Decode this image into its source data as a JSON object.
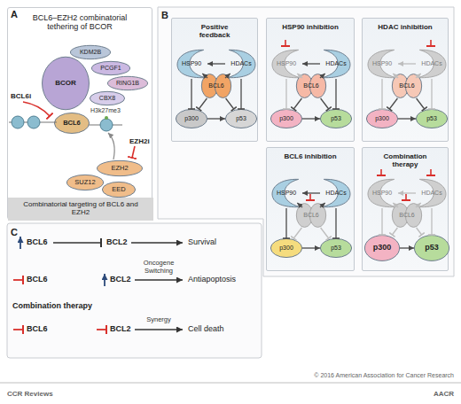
{
  "diagram": {
    "nodes": [
      {
        "text": [
          "BCL6–EZH2 combinatorial tethering of BCOR"
        ]
      },
      {
        "text": [
          "KDM2B"
        ],
        "in": 0
      },
      {
        "text": [
          "BCOR"
        ],
        "in": 0
      },
      {
        "text": [
          "PCGF1"
        ],
        "in": 0
      },
      {
        "text": [
          "RING1B"
        ],
        "in": 0
      },
      {
        "text": [
          "CBX8"
        ],
        "in": 0
      },
      {
        "text": [
          "BCL6"
        ],
        "in": 0
      },
      {
        "text": [
          "EZH2"
        ],
        "in": 0
      },
      {
        "text": [
          "SUZ12"
        ],
        "in": 0
      },
      {
        "text": [
          "EED"
        ],
        "in": 0
      },
      {
        "text": [
          "Combinatorial targeting of BCL6 and EZH2"
        ],
        "in": 0
      },
      {
        "text": [
          "Positive feedback"
        ]
      },
      {
        "text": [
          "HSP90"
        ],
        "in": 11
      },
      {
        "text": [
          "HDACs"
        ],
        "in": 11
      },
      {
        "text": [
          "BCL6"
        ],
        "in": 11
      },
      {
        "text": [
          "p300"
        ],
        "in": 11
      },
      {
        "text": [
          "p53"
        ],
        "in": 11
      },
      {
        "text": [
          "HSP90 inhibition"
        ]
      },
      {
        "text": [
          "HSP90"
        ],
        "in": 17
      },
      {
        "text": [
          "HDACs"
        ],
        "in": 17
      },
      {
        "text": [
          "BCL6"
        ],
        "in": 17
      },
      {
        "text": [
          "p300"
        ],
        "in": 17
      },
      {
        "text": [
          "p53"
        ],
        "in": 17
      },
      {
        "text": [
          "HDAC inhibition"
        ]
      },
      {
        "text": [
          "HSP90"
        ],
        "in": 23
      },
      {
        "text": [
          "HDACs"
        ],
        "in": 23
      },
      {
        "text": [
          "BCL6"
        ],
        "in": 23
      },
      {
        "text": [
          "p300"
        ],
        "in": 23
      },
      {
        "text": [
          "p53"
        ],
        "in": 23
      },
      {
        "text": [
          "BCL6 inhibition"
        ]
      },
      {
        "text": [
          "HSP90"
        ],
        "in": 29
      },
      {
        "text": [
          "HDACs"
        ],
        "in": 29
      },
      {
        "text": [
          "BCL6"
        ],
        "in": 29
      },
      {
        "text": [
          "p300"
        ],
        "in": 29
      },
      {
        "text": [
          "p53"
        ],
        "in": 29
      },
      {
        "text": [
          "Combination therapy"
        ]
      },
      {
        "text": [
          "HSP90"
        ],
        "in": 35
      },
      {
        "text": [
          "HDACs"
        ],
        "in": 35
      },
      {
        "text": [
          "BCL6"
        ],
        "in": 35
      },
      {
        "text": [
          "p300"
        ],
        "in": 35
      },
      {
        "text": [
          "p53"
        ],
        "in": 35
      }
    ],
    "edges": [
      {
        "from": 13,
        "to": 12,
        "arrow": "to"
      },
      {
        "from": 12,
        "to": 14,
        "arrow": "to"
      },
      {
        "from": 13,
        "to": 14,
        "arrow": "to"
      },
      {
        "from": 14,
        "to": 15,
        "arrow": "to"
      },
      {
        "from": 14,
        "to": 16,
        "arrow": "to"
      },
      {
        "from": 12,
        "to": 15,
        "arrow": "to"
      },
      {
        "from": 13,
        "to": 16,
        "arrow": "to"
      },
      {
        "from": 15,
        "to": 16,
        "arrow": "to"
      },
      {
        "from": 19,
        "to": 18,
        "arrow": "to"
      },
      {
        "from": 18,
        "to": 20,
        "arrow": "to"
      },
      {
        "from": 19,
        "to": 20,
        "arrow": "to"
      },
      {
        "from": 20,
        "to": 21,
        "arrow": "to"
      },
      {
        "from": 20,
        "to": 22,
        "arrow": "to"
      },
      {
        "from": 18,
        "to": 21,
        "arrow": "to"
      },
      {
        "from": 19,
        "to": 22,
        "arrow": "to"
      },
      {
        "from": 21,
        "to": 22,
        "arrow": "to"
      },
      {
        "from": 25,
        "to": 24,
        "arrow": "to"
      },
      {
        "from": 24,
        "to": 26,
        "arrow": "to"
      },
      {
        "from": 25,
        "to": 26,
        "arrow": "to"
      },
      {
        "from": 26,
        "to": 27,
        "arrow": "to"
      },
      {
        "from": 26,
        "to": 28,
        "arrow": "to"
      },
      {
        "from": 24,
        "to": 27,
        "arrow": "to"
      },
      {
        "from": 25,
        "to": 28,
        "arrow": "to"
      },
      {
        "from": 27,
        "to": 28,
        "arrow": "to"
      },
      {
        "from": 31,
        "to": 30,
        "arrow": "to"
      },
      {
        "from": 30,
        "to": 32,
        "arrow": "to"
      },
      {
        "from": 31,
        "to": 32,
        "arrow": "to"
      },
      {
        "from": 32,
        "to": 33,
        "arrow": "to"
      },
      {
        "from": 32,
        "to": 34,
        "arrow": "to"
      },
      {
        "from": 30,
        "to": 33,
        "arrow": "to"
      },
      {
        "from": 31,
        "to": 34,
        "arrow": "to"
      },
      {
        "from": 33,
        "to": 34,
        "arrow": "to"
      },
      {
        "from": 37,
        "to": 36,
        "arrow": "to"
      },
      {
        "from": 36,
        "to": 38,
        "arrow": "to"
      },
      {
        "from": 37,
        "to": 38,
        "arrow": "to"
      },
      {
        "from": 38,
        "to": 39,
        "arrow": "to"
      },
      {
        "from": 38,
        "to": 40,
        "arrow": "to"
      },
      {
        "from": 36,
        "to": 39,
        "arrow": "to"
      },
      {
        "from": 37,
        "to": 40,
        "arrow": "to"
      },
      {
        "from": 39,
        "to": 40,
        "arrow": "to"
      }
    ],
    "labels": [
      "A",
      "H3k27me3",
      "BCL6i",
      "EZH2i",
      "B",
      "C",
      "BCL6",
      "BCL2",
      "Survival",
      "BCL6",
      "BCL2",
      "Oncogene Switching",
      "Antiapoptosis",
      "Combination therapy",
      "BCL6",
      "BCL2",
      "Synergy",
      "Cell death",
      "© 2016 American Association for Cancer Research",
      "CCR Reviews",
      "AACR"
    ]
  }
}
